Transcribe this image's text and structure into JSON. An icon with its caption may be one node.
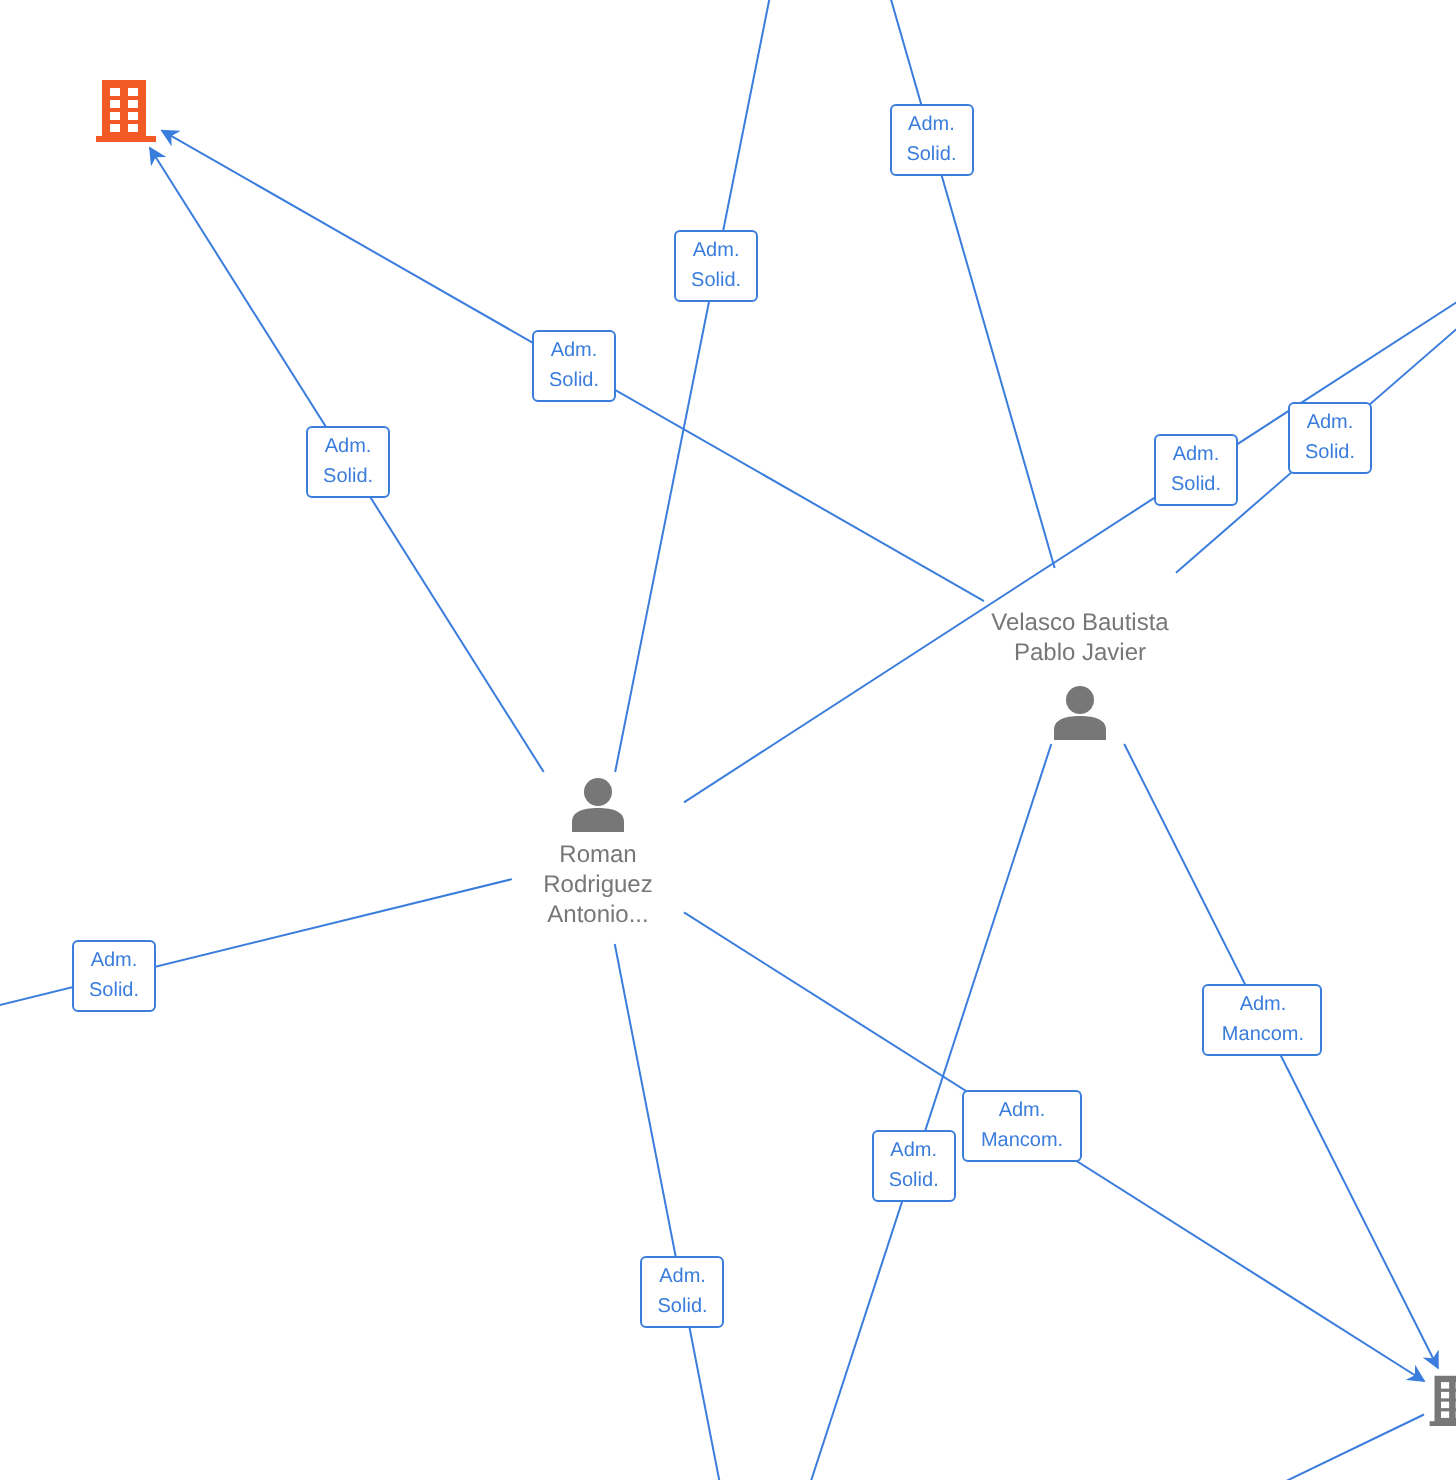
{
  "diagram": {
    "nodes": [
      {
        "text": [],
        "shape": "building"
      },
      {
        "text": [
          "Roman Rodriguez Antonio..."
        ]
      },
      {
        "text": [
          "Velasco Bautista Pablo Javier"
        ]
      },
      {
        "text": [],
        "shape": "building"
      }
    ],
    "edges": [
      {
        "from": 1,
        "to": 0,
        "arrow": "to",
        "label": "Adm. Solid."
      },
      {
        "from": 2,
        "to": 0,
        "arrow": "to",
        "label": "Adm. Solid."
      },
      {
        "from": 1,
        "to": null,
        "arrow": "none",
        "label": "Adm. Solid."
      },
      {
        "from": 2,
        "to": null,
        "arrow": "none",
        "label": "Adm. Solid."
      },
      {
        "from": 1,
        "to": null,
        "arrow": "none",
        "label": "Adm. Solid."
      },
      {
        "from": 2,
        "to": null,
        "arrow": "none",
        "label": "Adm. Solid."
      },
      {
        "from": 1,
        "to": null,
        "arrow": "none",
        "label": "Adm. Solid."
      },
      {
        "from": 1,
        "to": null,
        "arrow": "none",
        "label": "Adm. Solid."
      },
      {
        "from": 2,
        "to": null,
        "arrow": "none",
        "label": "Adm. Solid."
      },
      {
        "from": 1,
        "to": 3,
        "arrow": "to",
        "label": "Adm. Mancom."
      },
      {
        "from": 2,
        "to": 3,
        "arrow": "to",
        "label": "Adm. Mancom."
      },
      {
        "from": 3,
        "to": null,
        "arrow": "none"
      }
    ]
  }
}
